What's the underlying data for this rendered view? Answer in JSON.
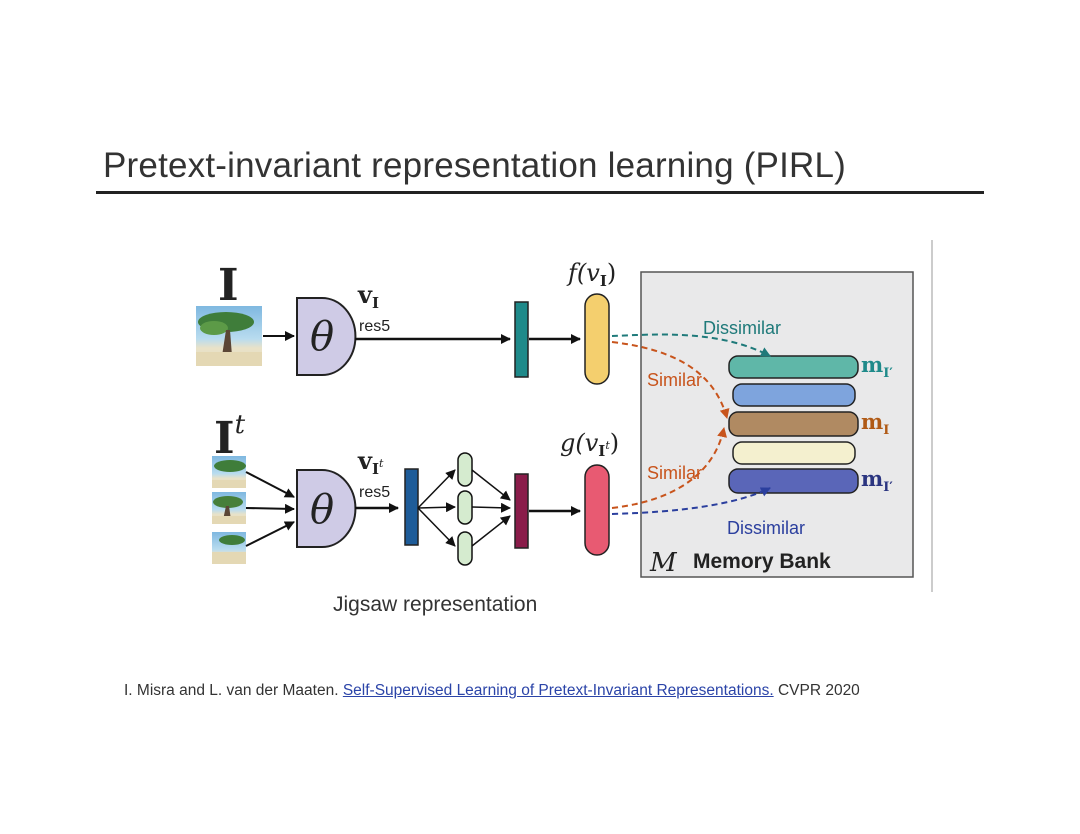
{
  "slide": {
    "title": "Pretext-invariant representation learning (PIRL)",
    "caption": "Jigsaw representation",
    "citation": {
      "authors": "I. Misra and L. van der Maaten.",
      "paper_title": "Self-Supervised Learning of Pretext-Invariant Representations.",
      "venue": "CVPR 2020"
    }
  },
  "diagram": {
    "image_label_top": "I",
    "image_label_bottom": "I",
    "image_label_bottom_sup": "t",
    "encoder_symbol": "θ",
    "feat_top": "v",
    "feat_top_sub": "I",
    "feat_bottom": "v",
    "feat_bottom_sub": "I",
    "feat_bottom_subsup": "t",
    "layer_label": "res5",
    "f_head": "f(v",
    "f_head_sub": "I",
    "f_head_end": ")",
    "g_head": "g(v",
    "g_head_sub": "I",
    "g_head_subsup": "t",
    "g_head_end": ")",
    "memory_bank": {
      "symbol": "M",
      "label": "Memory Bank",
      "dissimilar_top": "Dissimilar",
      "dissimilar_bottom": "Dissimilar",
      "similar_top": "Similar",
      "similar_bottom": "Similar",
      "m_label_1": "m",
      "m_label_1_sub": "I′",
      "m_label_2": "m",
      "m_label_2_sub": "I",
      "m_label_3": "m",
      "m_label_3_sub": "I′"
    },
    "colors": {
      "encoder": "#cfcbe6",
      "teal_bar": "#1f8a8a",
      "blue_bar": "#1e5c99",
      "maroon_bar": "#8a1c4a",
      "f_head": "#f4cf6e",
      "g_head": "#e85a72",
      "jigsaw_nodes": "#d5ebcf",
      "bank_teal": "#5fb7a8",
      "bank_blue": "#7ea4dd",
      "bank_brown": "#b08a62",
      "bank_cream": "#f4f0cf",
      "bank_indigo": "#5a66b8",
      "dissimilar_top": "#1f7a7a",
      "dissimilar_bottom": "#2b3f9e",
      "similar": "#c8541c",
      "m_teal": "#1f8a8a",
      "m_brown": "#b05a16",
      "m_indigo": "#2b3580"
    }
  }
}
